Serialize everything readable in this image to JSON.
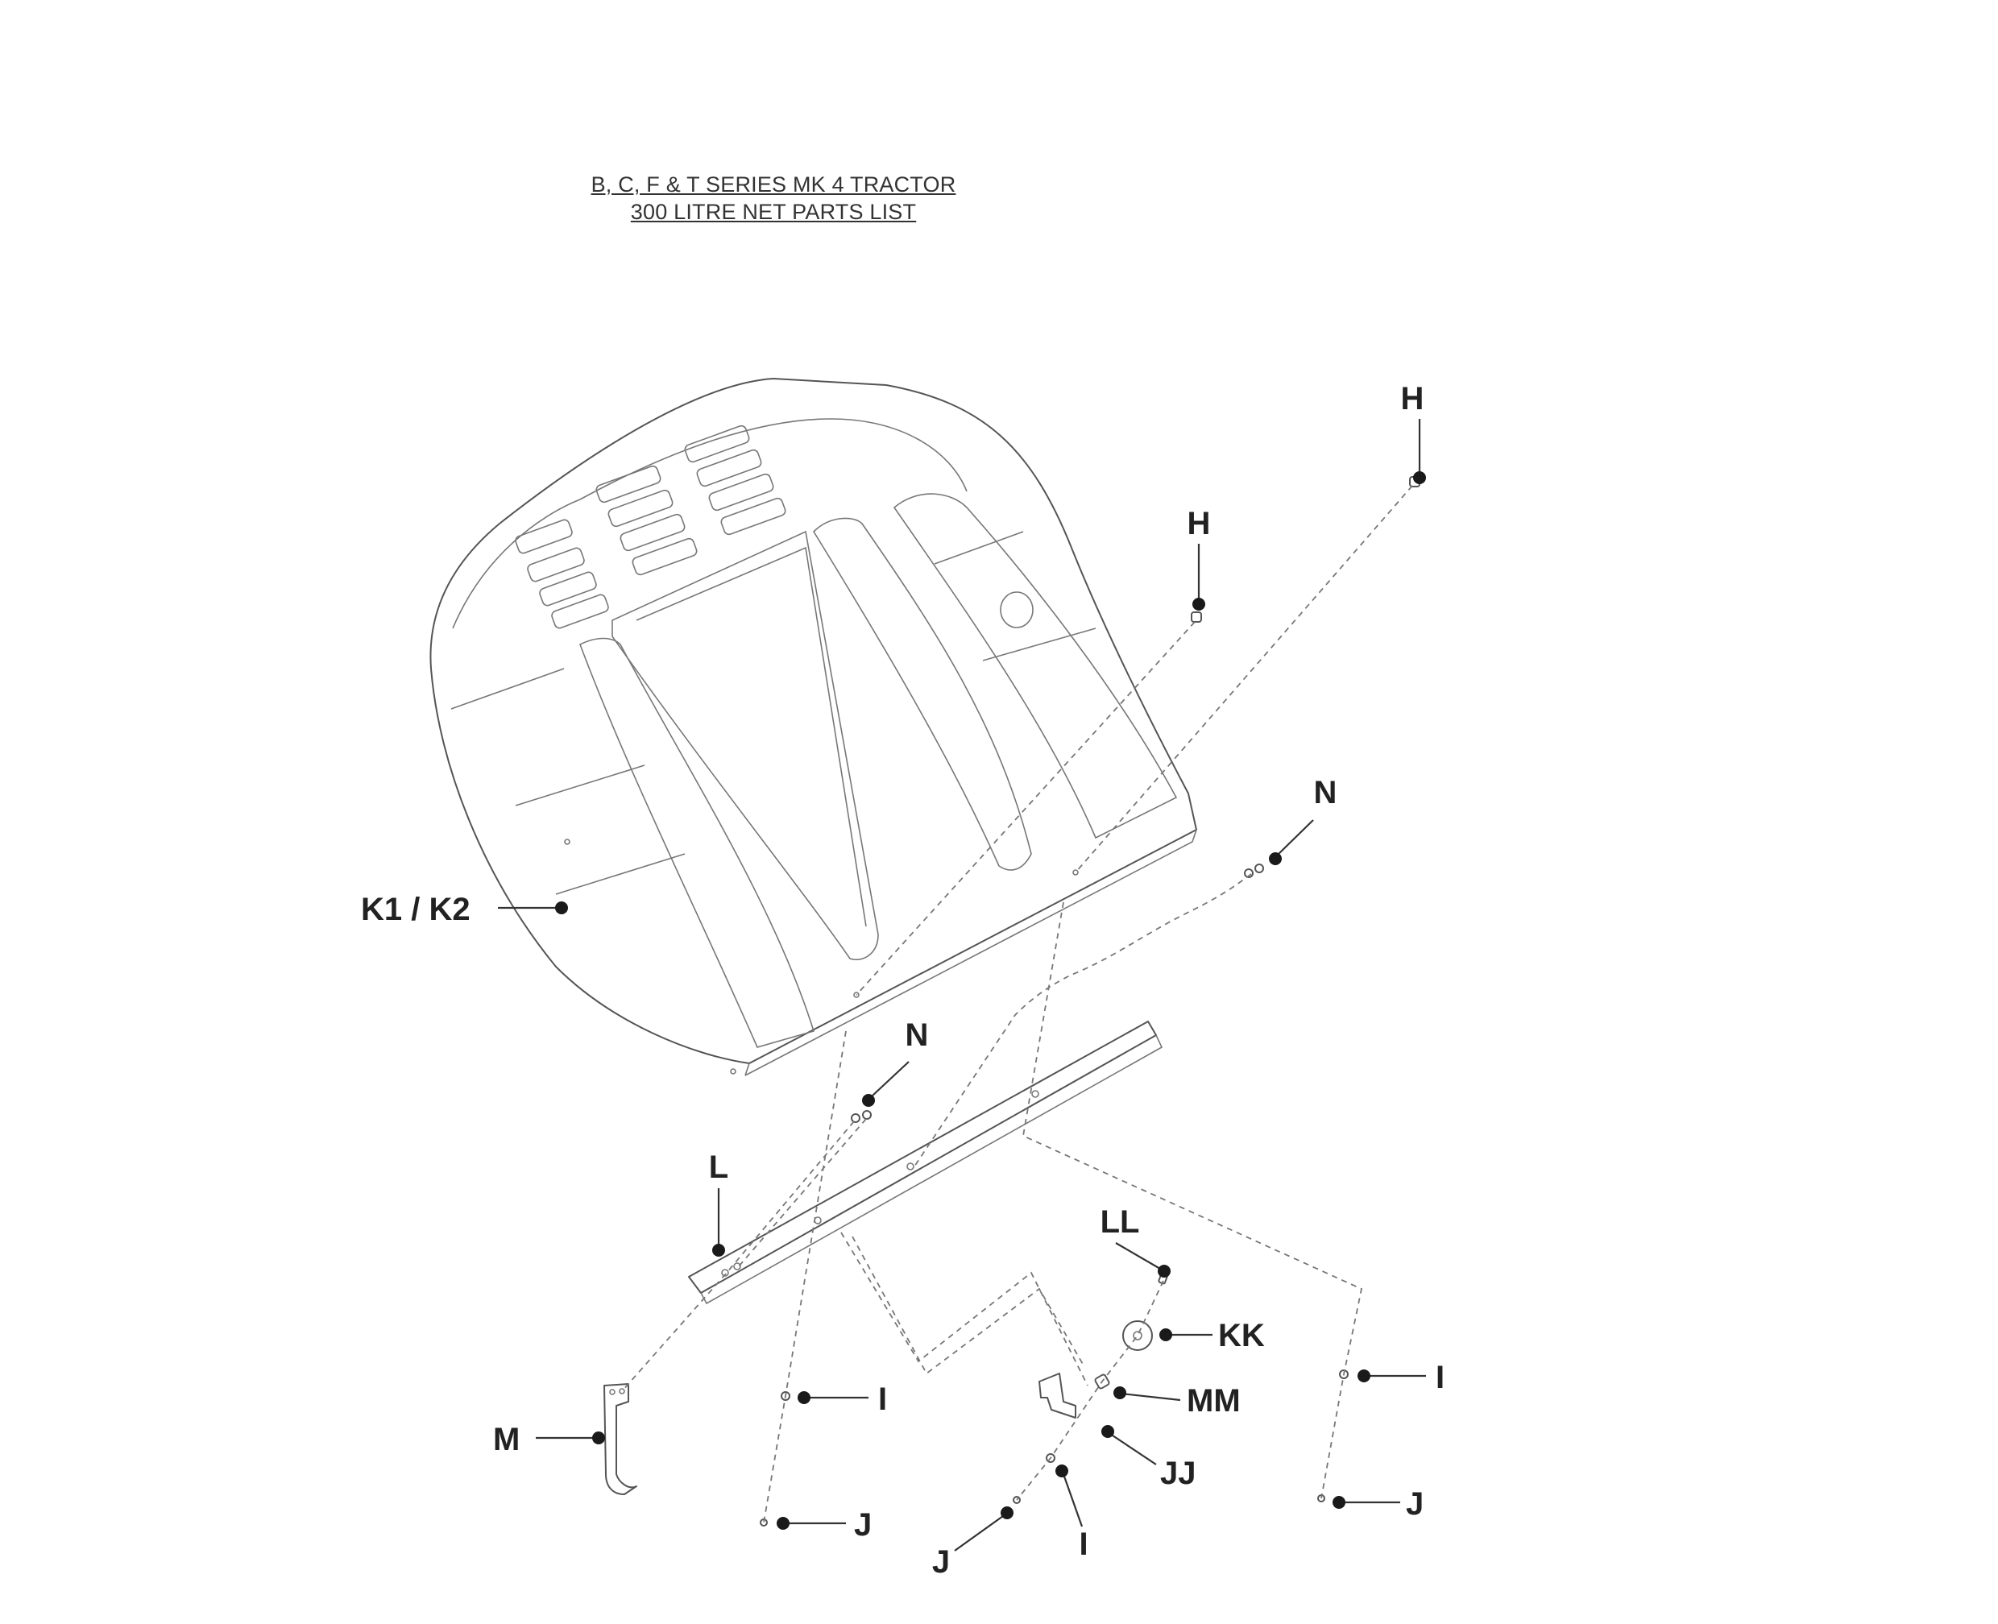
{
  "title": {
    "line1": "B, C, F & T SERIES MK 4 TRACTOR",
    "line2": "300 LITRE NET PARTS LIST"
  },
  "callouts": [
    {
      "id": "h-top",
      "text": "H"
    },
    {
      "id": "h-mid",
      "text": "H"
    },
    {
      "id": "n-right",
      "text": "N"
    },
    {
      "id": "k1k2",
      "text": "K1  /  K2"
    },
    {
      "id": "n-left",
      "text": "N"
    },
    {
      "id": "l",
      "text": "L"
    },
    {
      "id": "ll",
      "text": "LL"
    },
    {
      "id": "kk",
      "text": "KK"
    },
    {
      "id": "i-left",
      "text": "I"
    },
    {
      "id": "mm",
      "text": "MM"
    },
    {
      "id": "i-right",
      "text": "I"
    },
    {
      "id": "m",
      "text": "M"
    },
    {
      "id": "jj",
      "text": "JJ"
    },
    {
      "id": "j-left",
      "text": "J"
    },
    {
      "id": "j-right",
      "text": "J"
    },
    {
      "id": "j-bottom",
      "text": "J"
    },
    {
      "id": "i-bottom",
      "text": "I"
    }
  ]
}
